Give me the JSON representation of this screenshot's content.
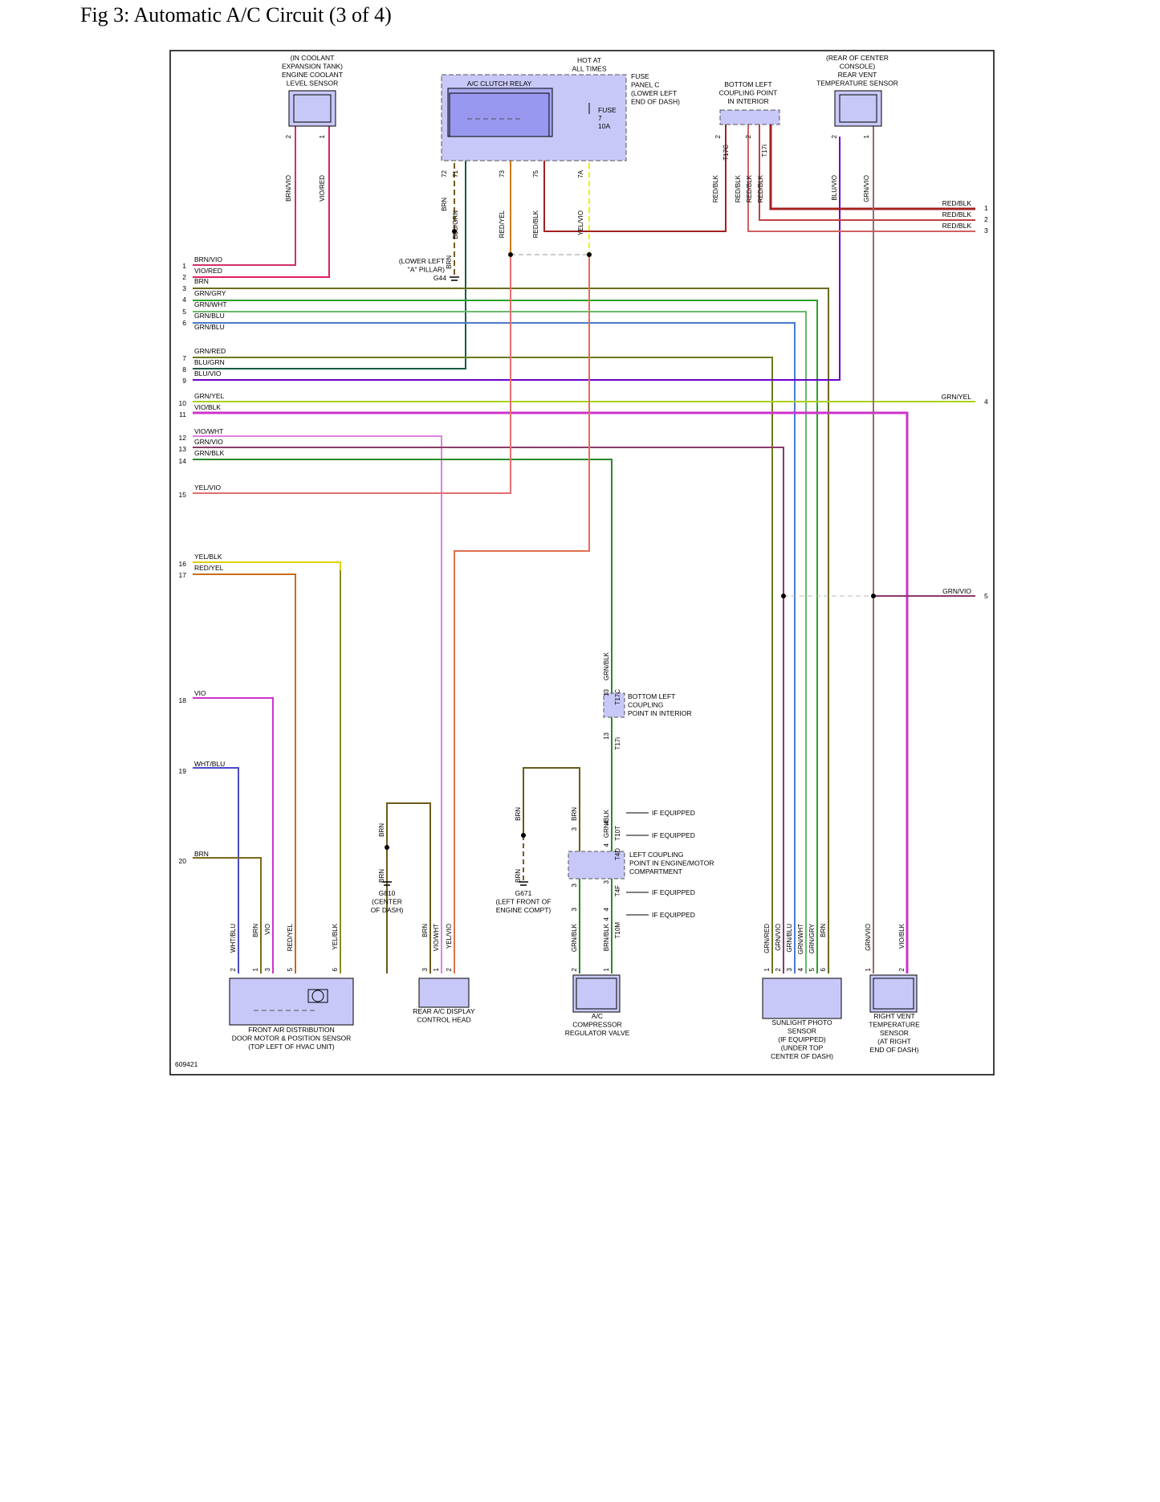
{
  "title": "Fig 3: Automatic A/C Circuit (3 of 4)",
  "figure_id": "609421",
  "components": {
    "coolant_sensor": [
      "(IN COOLANT",
      "EXPANSION TANK)",
      "ENGINE COOLANT",
      "LEVEL SENSOR"
    ],
    "hot": [
      "HOT AT",
      "ALL TIMES"
    ],
    "relay": "A/C CLUTCH RELAY",
    "fuse_panel": [
      "FUSE",
      "PANEL C",
      "(LOWER LEFT",
      "END OF DASH)"
    ],
    "fuse": [
      "FUSE",
      "7",
      "10A"
    ],
    "coupling_top": [
      "BOTTOM LEFT",
      "COUPLING POINT",
      "IN INTERIOR"
    ],
    "rear_vent_sensor": [
      "(REAR OF CENTER",
      "CONSOLE)",
      "REAR VENT",
      "TEMPERATURE SENSOR"
    ],
    "g44": [
      "(LOWER LEFT",
      "\"A\" PILLAR)",
      "G44"
    ],
    "coupling_mid": [
      "BOTTOM LEFT",
      "COUPLING",
      "POINT IN INTERIOR"
    ],
    "coupling_engine": [
      "LEFT COUPLING",
      "POINT IN ENGINE/MOTOR",
      "COMPARTMENT"
    ],
    "if_equipped": "IF EQUIPPED",
    "g810": [
      "G810",
      "(CENTER",
      "OF DASH)"
    ],
    "g671": [
      "G671",
      "(LEFT FRONT OF",
      "ENGINE COMPT)"
    ],
    "front_air": [
      "FRONT AIR DISTRIBUTION",
      "DOOR MOTOR & POSITION SENSOR",
      "(TOP LEFT OF HVAC UNIT)"
    ],
    "rear_display": [
      "REAR A/C DISPLAY",
      "CONTROL HEAD"
    ],
    "compressor": [
      "A/C",
      "COMPRESSOR",
      "REGULATOR VALVE"
    ],
    "sunlight": [
      "SUNLIGHT PHOTO",
      "SENSOR",
      "(IF EQUIPPED)",
      "(UNDER TOP",
      "CENTER OF DASH)"
    ],
    "right_vent": [
      "RIGHT VENT",
      "TEMPERATURE",
      "SENSOR",
      "(AT RIGHT",
      "END OF DASH)"
    ]
  },
  "left_wires": [
    {
      "num": "1",
      "label": "BRN/VIO"
    },
    {
      "num": "2",
      "label": "VIO/RED"
    },
    {
      "num": "",
      "label": "BRN"
    },
    {
      "num": "3",
      "label": "GRN/GRY"
    },
    {
      "num": "4",
      "label": "GRN/WHT"
    },
    {
      "num": "5",
      "label": "GRN/BLU"
    },
    {
      "num": "6",
      "label": "GRN/BLU"
    },
    {
      "num": "",
      "label": "GRN/RED"
    },
    {
      "num": "7",
      "label": "BLU/GRN"
    },
    {
      "num": "8",
      "label": "BLU/VIO"
    },
    {
      "num": "9",
      "label": ""
    },
    {
      "num": "10",
      "label": "GRN/YEL"
    },
    {
      "num": "11",
      "label": "VIO/BLK"
    },
    {
      "num": "",
      "label": "VIO/WHT"
    },
    {
      "num": "12",
      "label": "GRN/VIO"
    },
    {
      "num": "13",
      "label": "GRN/BLK"
    },
    {
      "num": "14",
      "label": ""
    },
    {
      "num": "15",
      "label": "YEL/VIO"
    },
    {
      "num": "16",
      "label": "YEL/BLK"
    },
    {
      "num": "17",
      "label": "RED/YEL"
    },
    {
      "num": "18",
      "label": "VIO"
    },
    {
      "num": "19",
      "label": "WHT/BLU"
    },
    {
      "num": "20",
      "label": "BRN"
    }
  ],
  "right_wires": [
    {
      "num": "1",
      "label": "RED/BLK"
    },
    {
      "num": "2",
      "label": "RED/BLK"
    },
    {
      "num": "3",
      "label": "RED/BLK"
    },
    {
      "num": "4",
      "label": "GRN/YEL"
    },
    {
      "num": "5",
      "label": "GRN/VIO"
    }
  ],
  "vertical_labels": {
    "coolant": [
      {
        "pin": "2",
        "color": "BRN/VIO"
      },
      {
        "pin": "1",
        "color": "VIO/RED"
      }
    ],
    "relay": [
      {
        "pin": "72",
        "color": "BRN"
      },
      {
        "pin": "71",
        "color": "BLU/GRN"
      },
      {
        "pin": "73",
        "color": "RED/YEL"
      },
      {
        "pin": "75",
        "color": "RED/BLK"
      },
      {
        "pin": "7A",
        "color": "YEL/VIO"
      }
    ],
    "coupling_top": [
      {
        "pin": "2",
        "conn": "T17C",
        "color": "RED/BLK"
      },
      {
        "pin": "2",
        "conn": "T17i",
        "color": "RED/BLK"
      },
      {
        "pin": "",
        "conn": "",
        "color": "RED/BLK"
      },
      {
        "pin": "",
        "conn": "",
        "color": "RED/BLK"
      }
    ],
    "rear_vent": [
      {
        "pin": "2",
        "color": "BLU/VIO"
      },
      {
        "pin": "1",
        "color": "GRN/VIO"
      }
    ],
    "g44_brn": "BRN",
    "mid_grnblk": "GRN/BLK",
    "mid_conn": [
      {
        "pin": "13",
        "conn": "T17C"
      },
      {
        "pin": "13",
        "conn": "T17i"
      }
    ],
    "brn": "BRN",
    "grnblk": "GRN/BLK",
    "engine_conns": [
      {
        "pin": "4",
        "conn": "T10T"
      },
      {
        "pin": "4",
        "conn": "T4D"
      },
      {
        "pin": "3",
        "conn": "T4F"
      },
      {
        "pin": "4",
        "conn": "T10M"
      }
    ],
    "front_air": [
      {
        "pin": "2",
        "color": "WHT/BLU"
      },
      {
        "pin": "1",
        "color": "BRN"
      },
      {
        "pin": "3",
        "color": "VIO"
      },
      {
        "pin": "5",
        "color": "RED/YEL"
      },
      {
        "pin": "6",
        "color": "YEL/BLK"
      }
    ],
    "rear_display": [
      {
        "pin": "3",
        "color": "BRN"
      },
      {
        "pin": "1",
        "color": "VIO/WHT"
      },
      {
        "pin": "2",
        "color": "YEL/VIO"
      }
    ],
    "compressor": [
      {
        "pin": "2",
        "color": "GRN/BLK"
      },
      {
        "pin": "1",
        "color": "BRN/BLK"
      },
      {
        "pin": "3",
        "color": ""
      },
      {
        "pin": "4",
        "color": ""
      }
    ],
    "sunlight": [
      {
        "pin": "1",
        "color": "GRN/RED"
      },
      {
        "pin": "2",
        "color": "GRN/VIO"
      },
      {
        "pin": "3",
        "color": "GRN/BLU"
      },
      {
        "pin": "4",
        "color": "GRN/WHT"
      },
      {
        "pin": "5",
        "color": "GRN/GRY"
      },
      {
        "pin": "6",
        "color": "BRN"
      }
    ],
    "right_vent": [
      {
        "pin": "1",
        "color": "GRN/VIO"
      },
      {
        "pin": "2",
        "color": "VIO/BLK"
      }
    ]
  },
  "colors": {
    "brn": "#7a5a1f",
    "vio": "#cc33cc",
    "red": "#a52020",
    "grn": "#2e8b2e",
    "blu": "#3333cc",
    "yel": "#e8e800",
    "comp_fill": "#c8c8f8"
  }
}
